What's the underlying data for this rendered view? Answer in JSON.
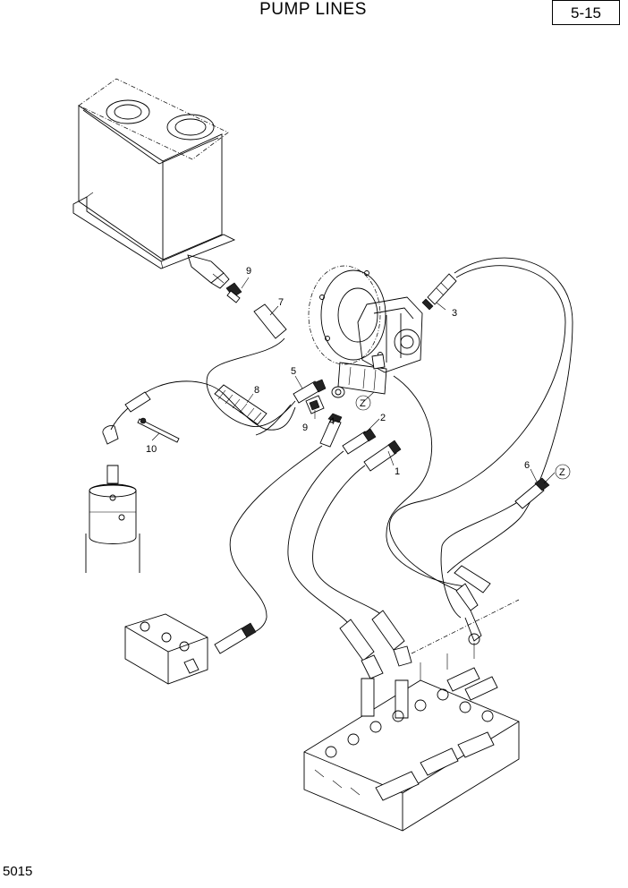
{
  "header": {
    "title": "PUMP LINES",
    "page_number": "5-15"
  },
  "footer": {
    "figure_number": "5015"
  },
  "callouts": {
    "c1": "1",
    "c2": "2",
    "c3": "3",
    "c4": "4",
    "c5": "5",
    "c6": "6",
    "c7": "7",
    "c8": "8",
    "c9a": "9",
    "c9b": "9",
    "c10": "10"
  },
  "detail_markers": {
    "z1": "Z",
    "z2": "Z"
  }
}
